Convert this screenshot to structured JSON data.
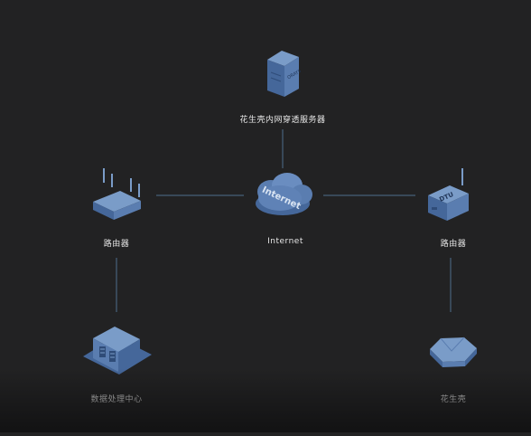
{
  "diagram": {
    "nodes": {
      "server": {
        "label": "花生壳内网穿透服务器",
        "box_text": "ORAYS"
      },
      "cloud": {
        "label": "Internet",
        "cloud_text": "Internet"
      },
      "router_left": {
        "label": "路由器"
      },
      "router_right": {
        "label": "路由器",
        "box_text": "DTU"
      },
      "data_center": {
        "label": "数据处理中心"
      },
      "oray_box": {
        "label": "花生壳"
      }
    },
    "edges": [
      {
        "from": "server",
        "to": "cloud"
      },
      {
        "from": "router_left",
        "to": "cloud"
      },
      {
        "from": "cloud",
        "to": "router_right"
      },
      {
        "from": "router_left",
        "to": "data_center"
      },
      {
        "from": "router_right",
        "to": "oray_box"
      }
    ]
  },
  "colors": {
    "background": "#222223",
    "device_top": "#7a9cc8",
    "device_front": "#5a7db0",
    "device_side": "#45679a",
    "connector": "#4f6f8e",
    "label_text": "#e6e6e6"
  }
}
